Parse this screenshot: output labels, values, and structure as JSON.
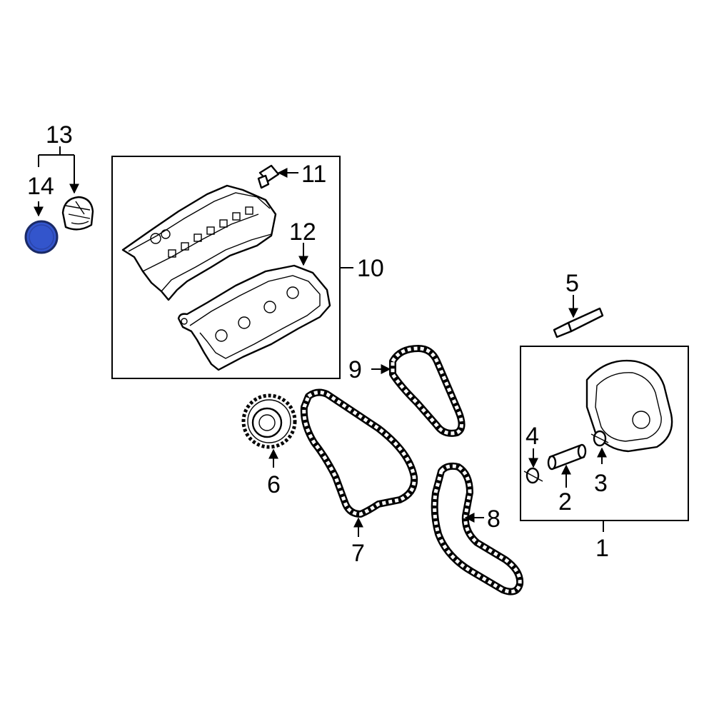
{
  "diagram": {
    "highlight_color": "#3355cc",
    "callouts": {
      "c1": "1",
      "c2": "2",
      "c3": "3",
      "c4": "4",
      "c5": "5",
      "c6": "6",
      "c7": "7",
      "c8": "8",
      "c9": "9",
      "c10": "10",
      "c11": "11",
      "c12": "12",
      "c13": "13",
      "c14": "14"
    },
    "highlighted_part": "14"
  }
}
